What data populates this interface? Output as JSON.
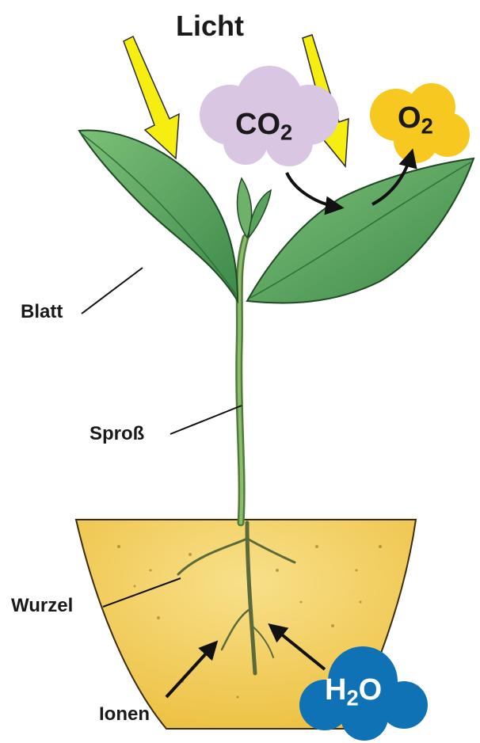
{
  "title": "Licht",
  "labels": {
    "leaf": "Blatt",
    "shoot": "Sproß",
    "root": "Wurzel",
    "ions": "Ionen"
  },
  "molecules": {
    "co2": {
      "symbol": "CO",
      "subscript": "2",
      "color": "#d8c6e2",
      "text_color": "#1a1a1a"
    },
    "o2": {
      "symbol": "O",
      "subscript": "2",
      "color": "#f7c81f",
      "text_color": "#1a1a1a"
    },
    "h2o": {
      "symbol_pre": "H",
      "subscript": "2",
      "symbol_post": "O",
      "color": "#0f72b5",
      "text_color": "#ffffff"
    }
  },
  "colors": {
    "light_arrow": "#f5ee10",
    "leaf": "#5aa35c",
    "leaf_dark": "#2e6f3a",
    "stem": "#6b9a5a",
    "soil": "#f0c84a",
    "soil_light": "#f6dc7a"
  }
}
